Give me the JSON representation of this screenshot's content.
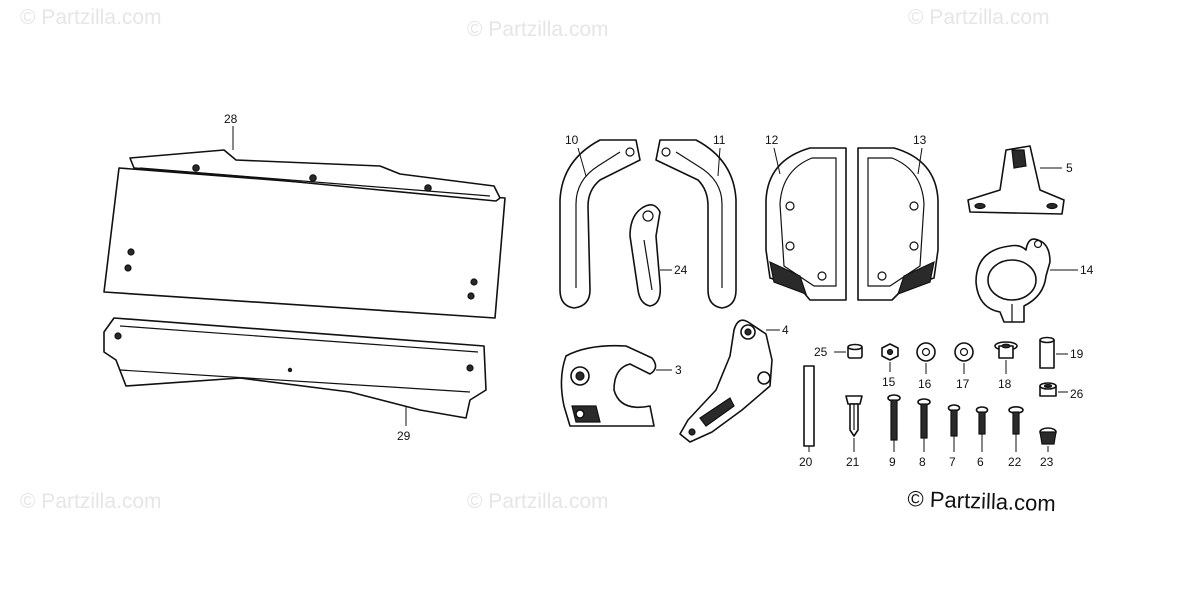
{
  "watermark": "© Partzilla.com",
  "copyright": "© Partzilla.com",
  "callouts": {
    "c28": "28",
    "c29": "29",
    "c10": "10",
    "c11": "11",
    "c12": "12",
    "c13": "13",
    "c5": "5",
    "c24": "24",
    "c14": "14",
    "c4": "4",
    "c3": "3",
    "c25": "25",
    "c15": "15",
    "c16": "16",
    "c17": "17",
    "c18": "18",
    "c19": "19",
    "c26": "26",
    "c20": "20",
    "c21": "21",
    "c9": "9",
    "c8": "8",
    "c7": "7",
    "c6": "6",
    "c22": "22",
    "c23": "23"
  }
}
